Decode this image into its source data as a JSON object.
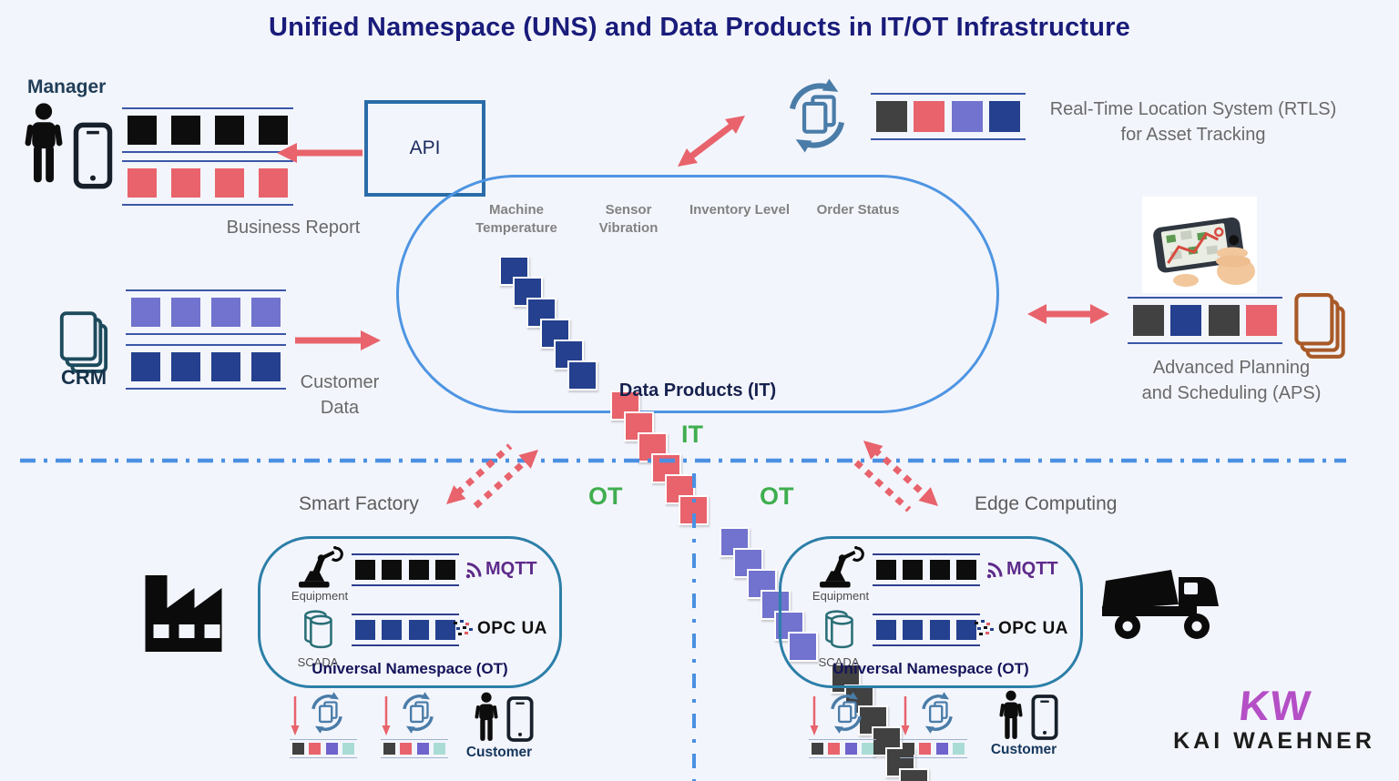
{
  "title": "Unified Namespace (UNS) and Data Products in IT/OT Infrastructure",
  "zones": {
    "it_label": "IT",
    "ot_left_label": "OT",
    "ot_right_label": "OT"
  },
  "manager": {
    "label": "Manager",
    "caption": "Business Report",
    "rows": [
      [
        "#0d0d0d",
        "#0d0d0d",
        "#0d0d0d",
        "#0d0d0d"
      ],
      [
        "#e8636c",
        "#e8636c",
        "#e8636c",
        "#e8636c"
      ]
    ]
  },
  "api": {
    "label": "API"
  },
  "crm": {
    "label": "CRM",
    "caption_line1": "Customer",
    "caption_line2": "Data",
    "rows": [
      [
        "#7173ce",
        "#7173ce",
        "#7173ce",
        "#7173ce"
      ],
      [
        "#24408e",
        "#24408e",
        "#24408e",
        "#24408e"
      ]
    ]
  },
  "data_products": {
    "label": "Data Products (IT)",
    "streams": [
      {
        "line1": "Machine",
        "line2": "Temperature",
        "color": "#24408e"
      },
      {
        "line1": "Sensor",
        "line2": "Vibration",
        "color": "#e8636c"
      },
      {
        "line1": "Inventory Level",
        "line2": "",
        "color": "#7173ce"
      },
      {
        "line1": "Order Status",
        "line2": "",
        "color": "#414141"
      }
    ]
  },
  "rtls": {
    "line1": "Real-Time Location System (RTLS)",
    "line2": "for Asset Tracking",
    "row": [
      "#414141",
      "#e8636c",
      "#7173ce",
      "#24408e"
    ]
  },
  "aps": {
    "line1": "Advanced Planning",
    "line2": "and Scheduling (APS)",
    "row": [
      "#414141",
      "#24408e",
      "#414141",
      "#e8636c"
    ]
  },
  "smart_factory_label": "Smart Factory",
  "edge_label": "Edge Computing",
  "uns_ot": {
    "equipment_label": "Equipment",
    "scada_label": "SCADA",
    "mqtt_label": "MQTT",
    "opcua_label": "OPC UA",
    "label": "Universal Namespace (OT)",
    "row_equipment": [
      "#0d0d0d",
      "#0d0d0d",
      "#0d0d0d",
      "#0d0d0d"
    ],
    "row_scada": [
      "#24418f",
      "#24418f",
      "#24418f",
      "#24418f"
    ]
  },
  "customer_label": "Customer",
  "consumer_row": [
    "#414141",
    "#e8636c",
    "#6f63cc",
    "#aadcd6"
  ],
  "logo": {
    "monogram": "KW",
    "name": "KAI WAEHNER"
  }
}
